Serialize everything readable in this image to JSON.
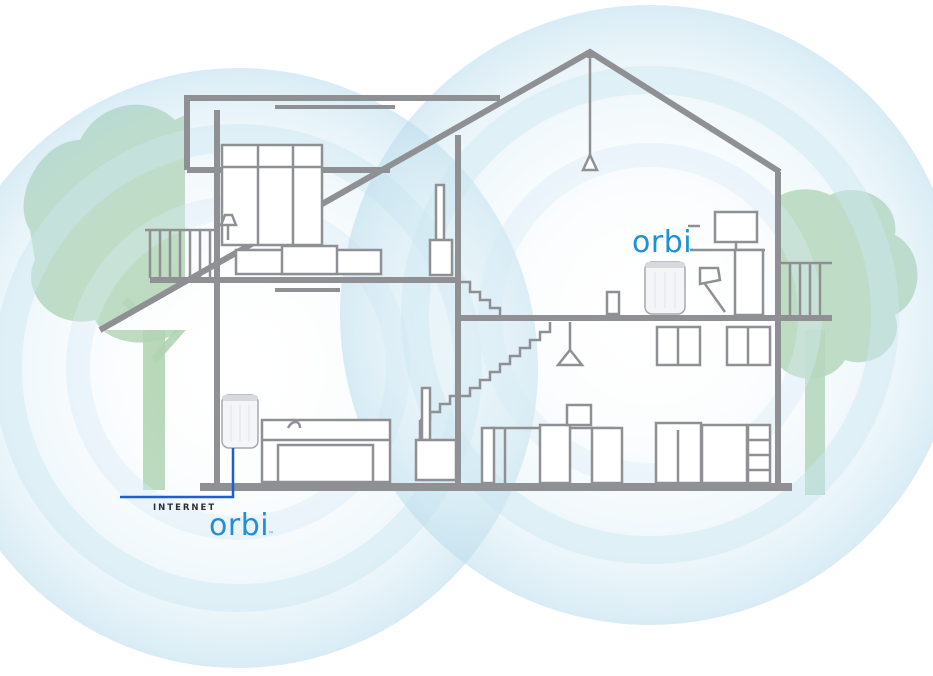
{
  "labels": {
    "internet": "INTERNET",
    "router_brand": "orbi",
    "satellite_brand": "orbi",
    "trademark": "™"
  },
  "colors": {
    "house_line": "#8e9094",
    "house_fill": "#ffffff",
    "wifi_ring": "#bfe0ee",
    "tree": "#a8cfa8",
    "brand_blue": "#1f8fd6",
    "internet_line": "#1d5fd0"
  },
  "devices": [
    {
      "name": "router",
      "icon": "orbi-router-icon"
    },
    {
      "name": "satellite",
      "icon": "orbi-satellite-icon"
    }
  ]
}
